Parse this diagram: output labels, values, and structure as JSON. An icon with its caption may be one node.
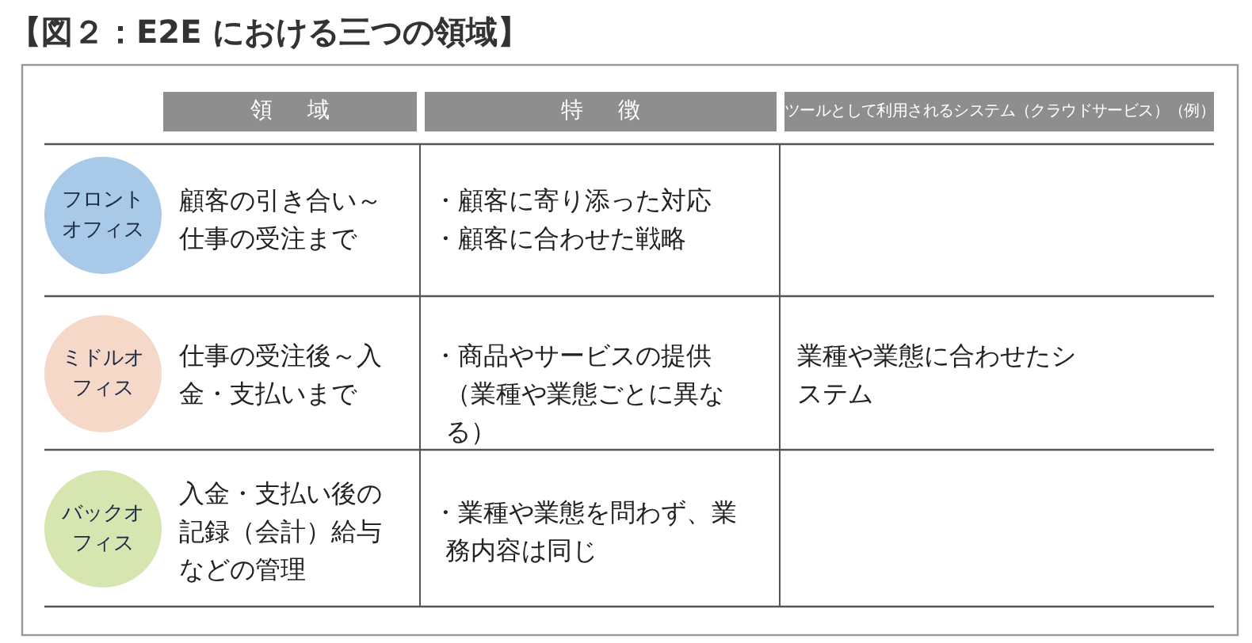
{
  "diagram": {
    "title": "【図２：E2E における三つの領域】",
    "nodes": [
      {
        "text": [
          "フロントオフィス"
        ]
      },
      {
        "text": [
          "ミドルオフィス"
        ]
      },
      {
        "text": [
          "バックオフィス"
        ]
      }
    ],
    "labels": [
      "領域",
      "特徴",
      "ツールとして利用されるシステム（クラウドサービス）（例）",
      "顧客の引き合い～仕事の受注まで",
      "・顧客に寄り添った対応",
      "・顧客に合わせた戦略",
      "仕事の受注後～入金・支払いまで",
      "・商品やサービスの提供（業種や業態ごとに異なる）",
      "業種や業態に合わせたシステム",
      "入金・支払い後の記録（会計）給与などの管理",
      "・業種や業態を問わず、業務内容は同じ"
    ]
  }
}
